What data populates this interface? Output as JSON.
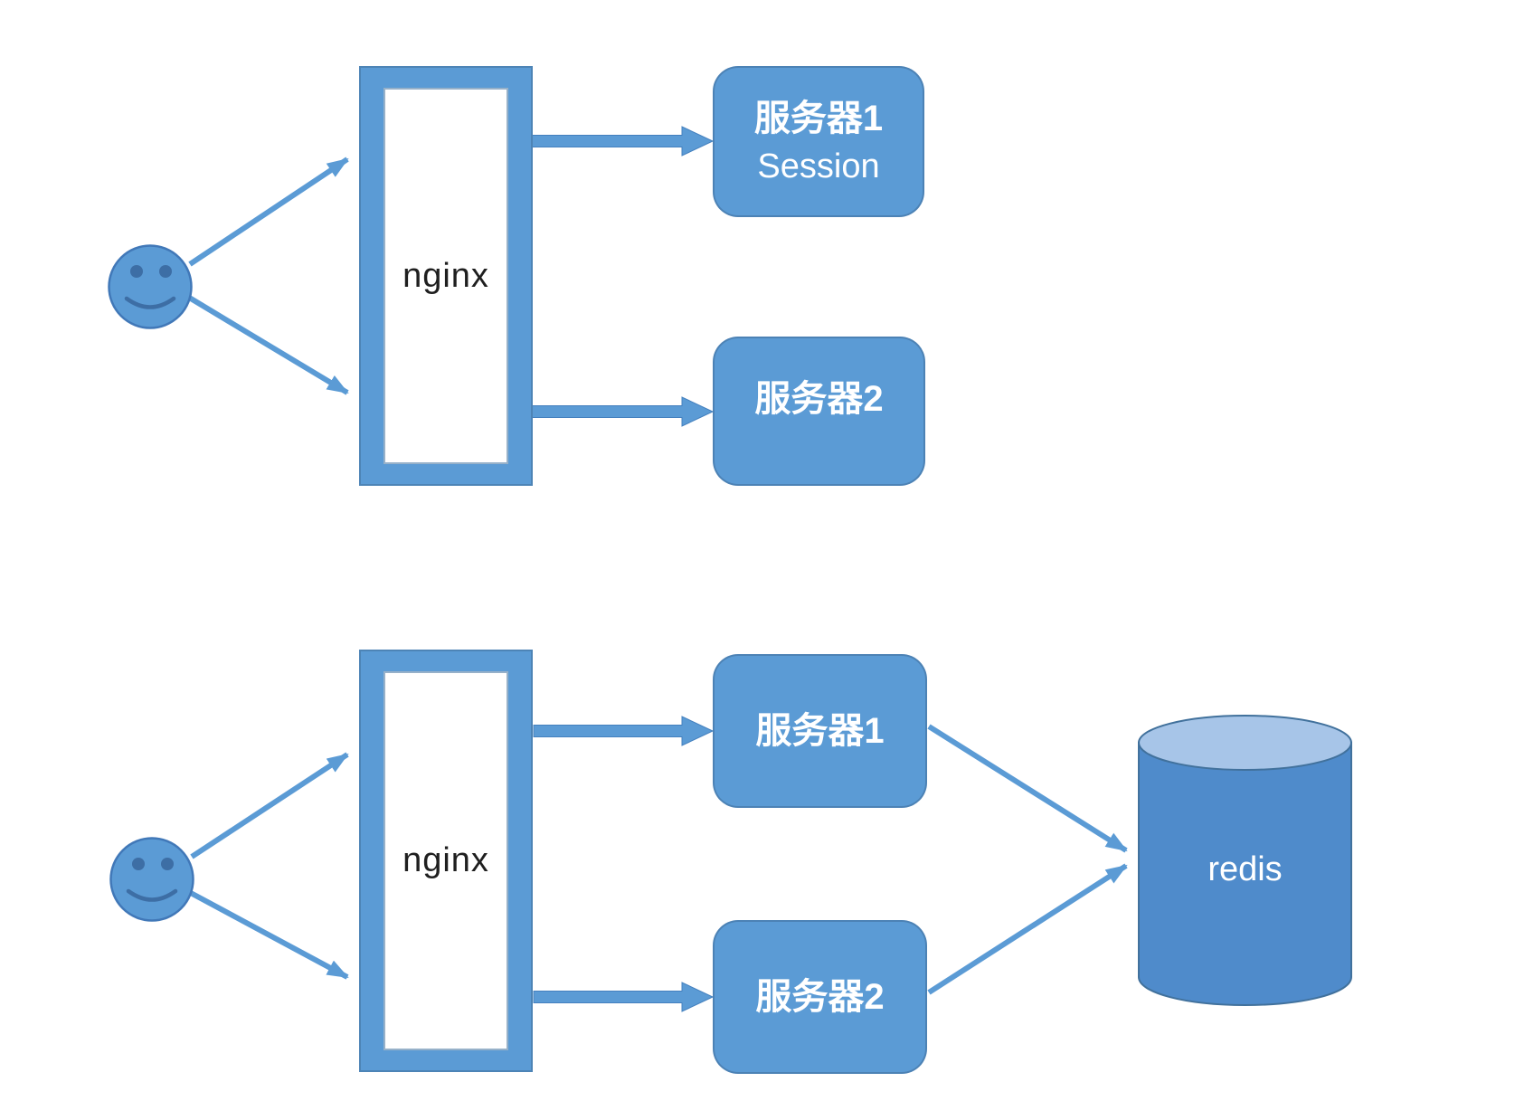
{
  "title": "nginx load balancing with session / redis diagram",
  "colors": {
    "shape_blue": "#5B9BD5",
    "shape_outline": "#41719C",
    "arrow_blue": "#5B9BD5",
    "cylinder_body": "#4F8BCB",
    "cylinder_top": "#A7C5E8",
    "label_white": "#FFFFFF",
    "nginx_text": "#1F1F1F",
    "background": "#FFFFFF"
  },
  "icons": {
    "user_top": "user-smiley-icon",
    "user_bottom": "user-smiley-icon",
    "redis_store": "database-cylinder-icon"
  },
  "diagram_top": {
    "nginx": {
      "label": "nginx"
    },
    "server1": {
      "line1": "服务器1",
      "line2": "Session"
    },
    "server2": {
      "label": "服务器2"
    }
  },
  "diagram_bottom": {
    "nginx": {
      "label": "nginx"
    },
    "server1": {
      "label": "服务器1"
    },
    "server2": {
      "label": "服务器2"
    },
    "redis": {
      "label": "redis"
    }
  }
}
